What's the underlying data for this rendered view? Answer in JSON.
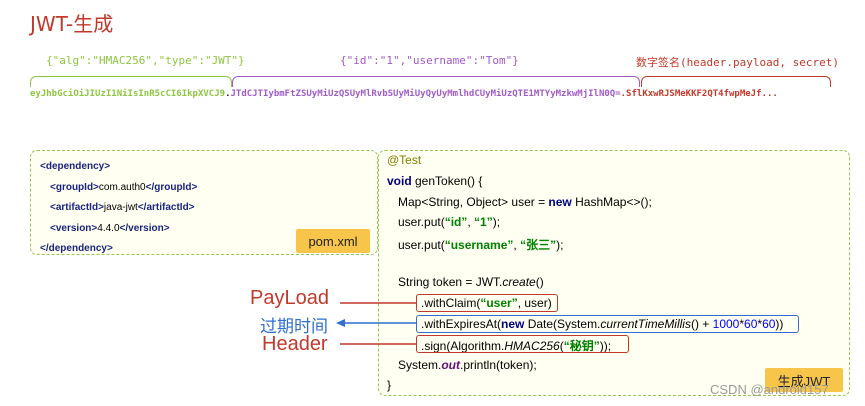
{
  "title": "JWT-生成",
  "header_label": "{\"alg\":\"HMAC256\",\"type\":\"JWT\"}",
  "payload_label": "{\"id\":\"1\",\"username\":\"Tom\"}",
  "signature_label": "数字签名(header.payload, secret)",
  "token": {
    "header_part": "eyJhbGciOiJIUzI1NiIsInR5cCI6IkpXVCJ9",
    "dot": ".",
    "payload_part": "JTdCJTIybmFtZSUyMiUzQSUyMlRvbSUyMiUyQyUyMmlhdCUyMiUzQTE1MTYyMzkwMjIlN0Q=",
    "signature_part": ".SflKxwRJSMeKKF2QT4fwpMeJf..."
  },
  "pom": {
    "line1_open": "<dependency>",
    "g_open": "<groupId>",
    "g_val": "com.auth0",
    "g_close": "</groupId>",
    "a_open": "<artifactId>",
    "a_val": "java-jwt",
    "a_close": "</artifactId>",
    "v_open": "<version>",
    "v_val": "4.4.0",
    "v_close": "</version>",
    "line5_close": "</dependency>",
    "tag": "pom.xml"
  },
  "code": {
    "annotation": "@Test",
    "l2_kw": "void",
    "l2_rest": " genToken() {",
    "l3_a": "Map<String, Object> user = ",
    "l3_kw": "new",
    "l3_b": " HashMap<>();",
    "l4_a": "user.put(",
    "l4_s1": "“id”",
    "l4_b": ", ",
    "l4_s2": "“1”",
    "l4_c": ");",
    "l5_a": "user.put(",
    "l5_s1": "“username”",
    "l5_b": ", ",
    "l5_s2": "“张三”",
    "l5_c": ");",
    "l6_a": "String token = JWT.",
    "l6_it": "create",
    "l6_b": "()",
    "l7_a": ".withClaim(",
    "l7_s": "“user”",
    "l7_b": ", user)",
    "l8_a": ".withExpiresAt(",
    "l8_kw": "new",
    "l8_b": " Date(System.",
    "l8_it": "currentTimeMillis",
    "l8_c": "() + ",
    "l8_n1": "1000",
    "l8_d": "*",
    "l8_n2": "60",
    "l8_e": "*",
    "l8_n3": "60",
    "l8_f": "))",
    "l9_a": ".sign(Algorithm.",
    "l9_it": "HMAC256",
    "l9_b": "(",
    "l9_s": "“秘钥”",
    "l9_c": "));",
    "l10_a": "System.",
    "l10_fld": "out",
    "l10_b": ".println(token);",
    "l11": "}"
  },
  "jwt_tag": "生成JWT",
  "side_labels": {
    "payload": "PayLoad",
    "expire": "过期时间",
    "header": "Header"
  },
  "watermark": "CSDN @android157",
  "colors": {
    "header": "#8dc63f",
    "payload": "#a05bc7",
    "signature": "#c0392b",
    "expire": "#2e6fd1"
  }
}
